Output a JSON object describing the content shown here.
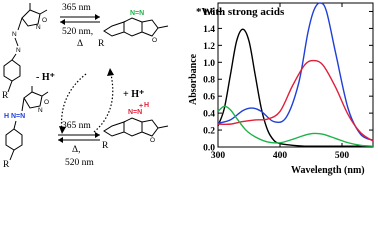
{
  "scheme": {
    "top_forward": "365 nm",
    "top_backward": "520 nm,",
    "top_heat": "Δ",
    "bottom_forward": "365 nm",
    "bottom_heat": "Δ,",
    "bottom_backward": "520 nm",
    "left_arrow": "- H⁺",
    "right_arrow": "+ H⁺",
    "atom_N": "N",
    "atom_O": "O",
    "atom_R": "R",
    "atom_H": "H",
    "plus": "+",
    "colors": {
      "green": "#1db34a",
      "blue": "#1f3fd8",
      "red": "#e0203a",
      "black": "#000000"
    }
  },
  "chart_data": {
    "type": "line",
    "annotation": "*With strong acids",
    "xlabel": "Wavelength (nm)",
    "ylabel": "Absorbance",
    "xlim": [
      300,
      550
    ],
    "ylim": [
      0.0,
      1.7
    ],
    "xticks": [
      300,
      400,
      500
    ],
    "yticks": [
      0.0,
      0.2,
      0.4,
      0.6,
      0.8,
      1.0,
      1.2,
      1.4,
      1.6
    ],
    "ytick_labels": [
      "0.0",
      "0.2",
      "0.4",
      "0.6",
      "0.8",
      "1.0",
      "1.2",
      "1.4",
      "1.6"
    ],
    "series": [
      {
        "color": "#000000",
        "x": [
          300,
          310,
          320,
          330,
          340,
          350,
          360,
          370,
          380,
          390,
          400,
          420,
          440,
          460,
          480,
          500,
          550
        ],
        "y": [
          0.25,
          0.45,
          0.85,
          1.25,
          1.39,
          1.25,
          0.85,
          0.45,
          0.2,
          0.08,
          0.04,
          0.02,
          0.01,
          0.01,
          0.01,
          0.01,
          0.01
        ]
      },
      {
        "color": "#1f3fd8",
        "x": [
          300,
          320,
          340,
          355,
          370,
          390,
          410,
          430,
          445,
          455,
          465,
          475,
          490,
          510,
          530,
          550
        ],
        "y": [
          0.28,
          0.32,
          0.43,
          0.46,
          0.42,
          0.3,
          0.35,
          0.75,
          1.35,
          1.62,
          1.7,
          1.6,
          1.1,
          0.45,
          0.15,
          0.08
        ]
      },
      {
        "color": "#e0203a",
        "x": [
          300,
          320,
          340,
          360,
          380,
          400,
          420,
          440,
          455,
          470,
          490,
          510,
          530,
          550
        ],
        "y": [
          0.27,
          0.27,
          0.3,
          0.32,
          0.33,
          0.42,
          0.72,
          0.97,
          1.02,
          0.96,
          0.7,
          0.38,
          0.17,
          0.07
        ]
      },
      {
        "color": "#1db34a",
        "x": [
          300,
          310,
          320,
          330,
          345,
          360,
          380,
          400,
          420,
          440,
          455,
          470,
          490,
          510,
          530,
          550
        ],
        "y": [
          0.42,
          0.48,
          0.44,
          0.34,
          0.2,
          0.12,
          0.06,
          0.05,
          0.09,
          0.14,
          0.16,
          0.15,
          0.1,
          0.05,
          0.02,
          0.01
        ]
      }
    ]
  }
}
